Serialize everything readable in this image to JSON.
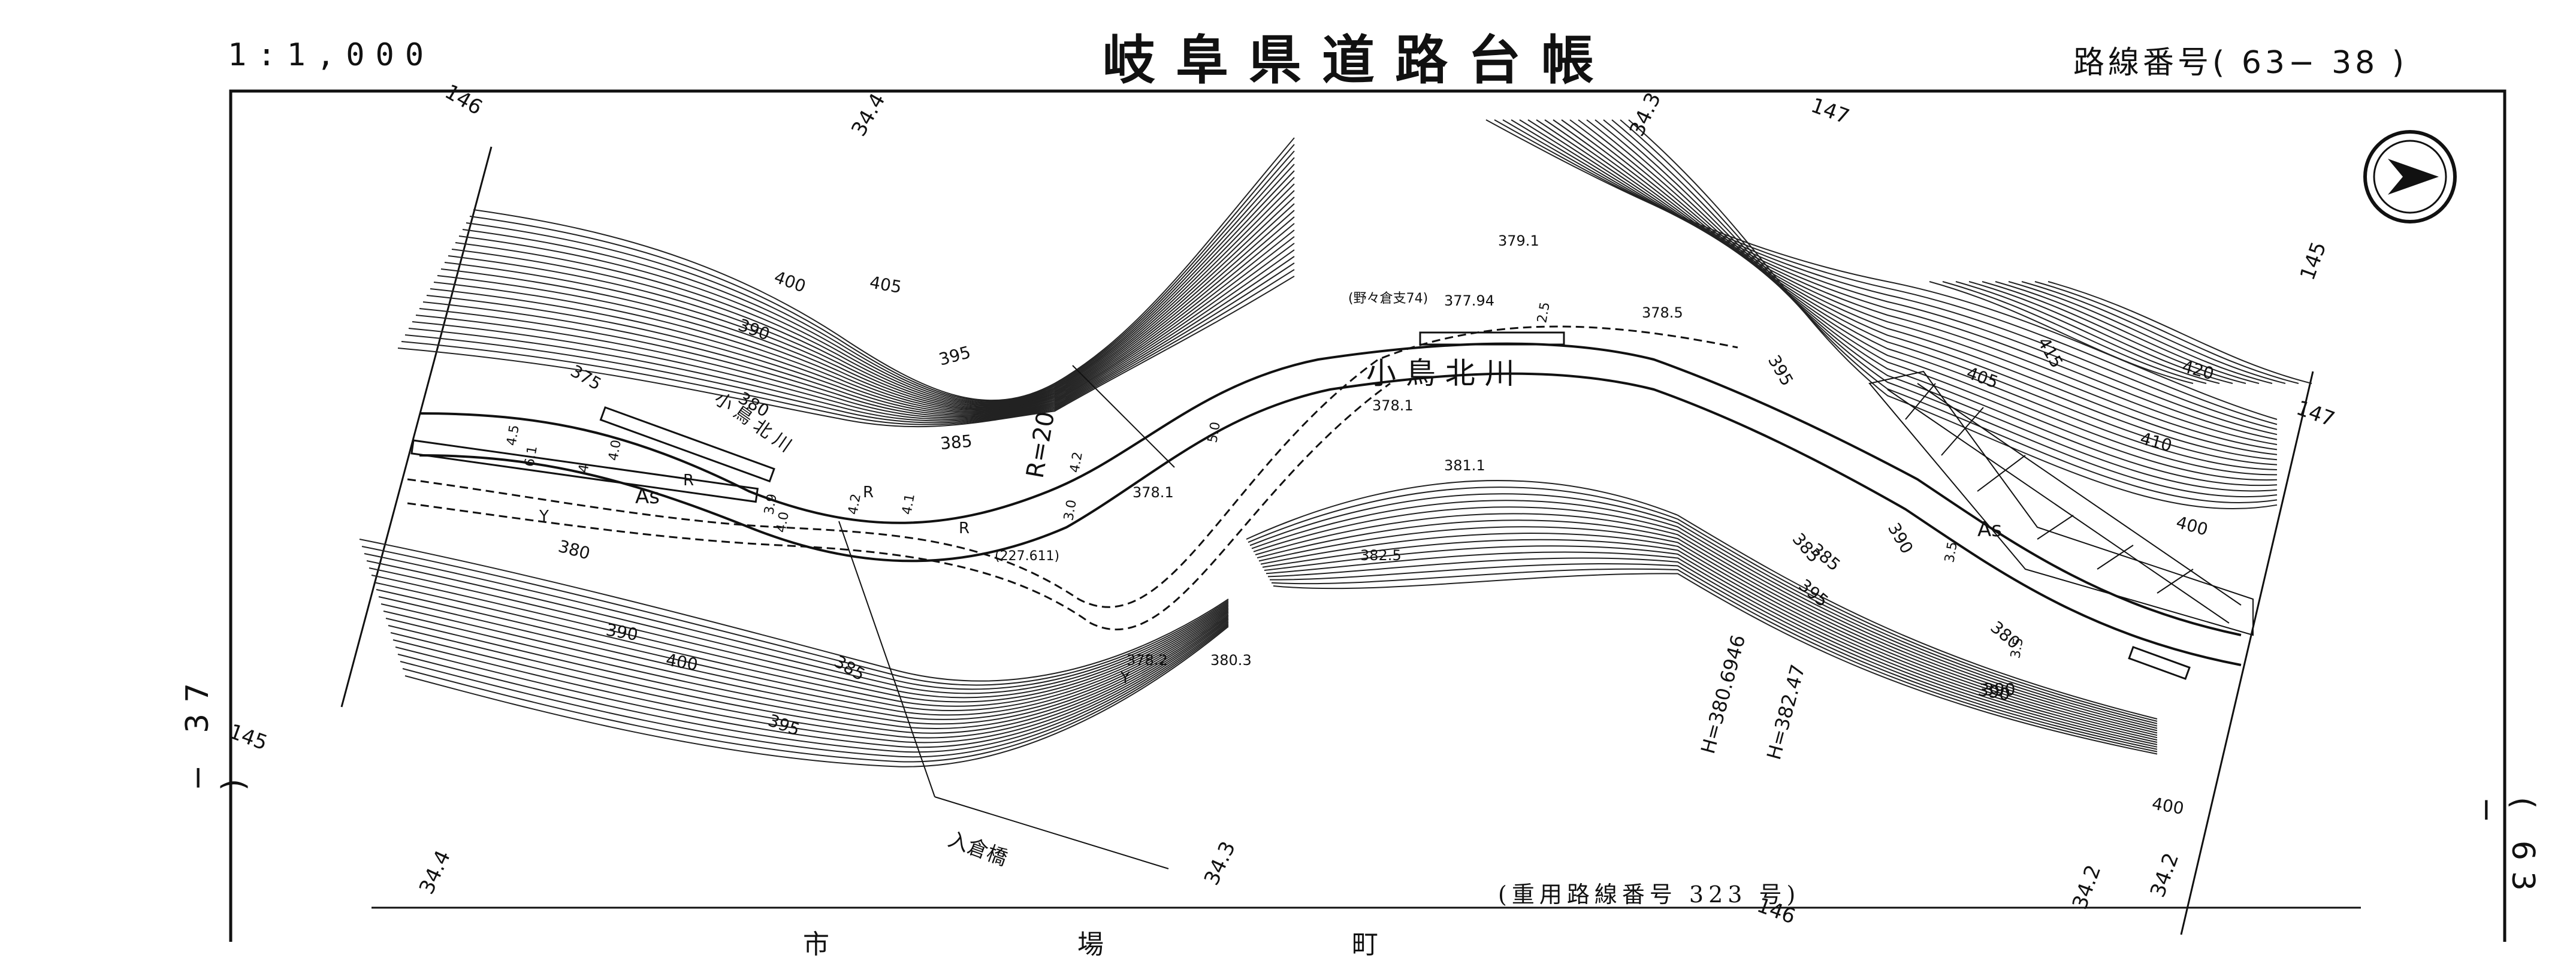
{
  "header": {
    "scale": "1:1,000",
    "title": "岐阜県道路台帳",
    "route_number": "路線番号( 63− 38 )"
  },
  "page_marks": {
    "left": "− 37 )",
    "right": "( 63 −"
  },
  "dual_route": "(重用路線番号 323 号)",
  "bottom_text": "市 場 町",
  "map_labels": {
    "river": "小 鳥 北 川",
    "river_alt": "小 鳥 北 川",
    "bridge": "入倉橋",
    "benchmark": "(野々倉支74)",
    "bm_point": "(227.611)",
    "sheet_marks": [
      "146",
      "34.4",
      "34.3",
      "147",
      "34.2",
      "145",
      "34.4",
      "34.3",
      "146",
      "34.2",
      "147",
      "145"
    ],
    "contours": [
      "400",
      "405",
      "390",
      "395",
      "385",
      "380",
      "375",
      "380",
      "390",
      "400",
      "385",
      "395",
      "395",
      "405",
      "415",
      "420",
      "410",
      "400",
      "390",
      "385",
      "395",
      "380",
      "390",
      "400",
      "385",
      "390"
    ],
    "spot_heights": [
      "379.1",
      "377.94",
      "378.5",
      "378.1",
      "378.1",
      "381.1",
      "382.5",
      "378.2",
      "380.3"
    ],
    "heights": [
      "H=380.6946",
      "H=382.47"
    ],
    "curve": "R=20",
    "pavement": [
      "As",
      "As"
    ],
    "road_marks": [
      "R",
      "R",
      "R",
      "Y",
      "Y"
    ],
    "widths": [
      "4.5",
      "6.1",
      "4",
      "3.9",
      "4.0",
      "4.2",
      "4.1",
      "3.0",
      "4.2",
      "3.5",
      "2.5",
      "4.0",
      "5.0",
      "3.5"
    ]
  },
  "north_arrow": "north-arrow-icon"
}
